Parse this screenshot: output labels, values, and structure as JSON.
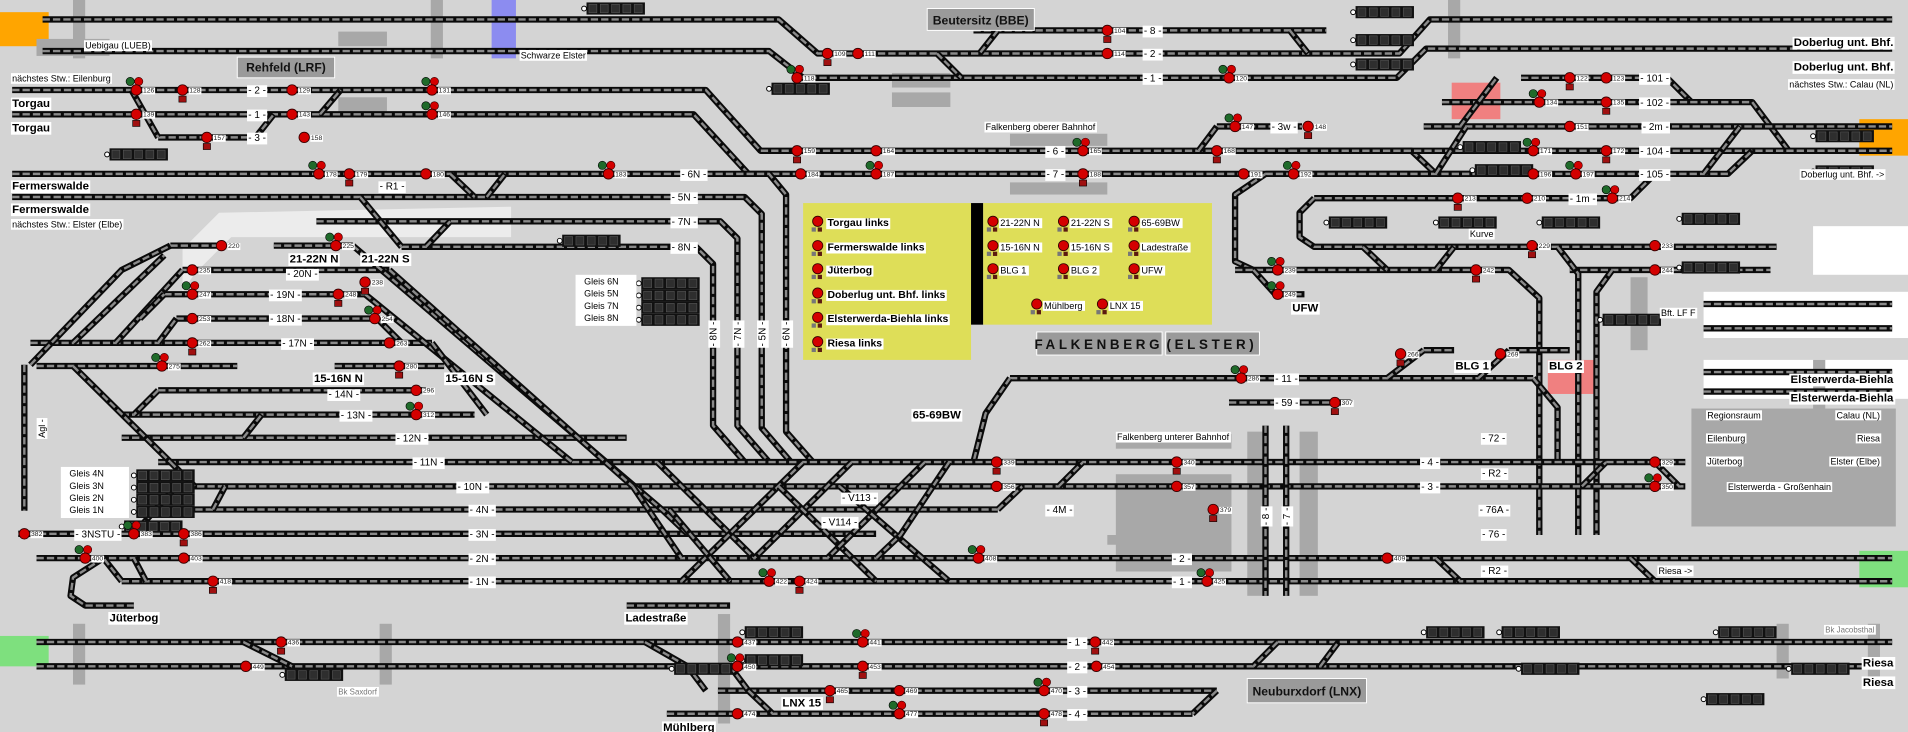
{
  "stations": {
    "uebigau": "Uebigau (LUEB)",
    "schwarze_elster": "Schwarze Elster",
    "rehfeld": "Rehfeld (LRF)",
    "beutersitz": "Beutersitz (BBE)",
    "next_eilenburg": "nächstes Stw.: Eilenburg",
    "torgau_1": "Torgau",
    "torgau_2": "Torgau",
    "fermerswalde_1": "Fermerswalde",
    "fermerswalde_2": "Fermerswalde",
    "next_elster": "nächstes Stw.: Elster (Elbe)",
    "falkenberg_oben": "Falkenberg oberer Bahnhof",
    "falkenberg_unten": "Falkenberg unterer Bahnhof",
    "doberlug_1": "Doberlug unt. Bhf.",
    "doberlug_2": "Doberlug unt. Bhf.",
    "next_calau": "nächstes Stw.: Calau (NL)",
    "doberlug_arrow": "Doberlug unt. Bhf. ->",
    "kurve": "Kurve",
    "ufw": "UFW",
    "bft_lff": "Bft. LF F",
    "blg1": "BLG 1",
    "blg2": "BLG 2",
    "elsterwerda_1": "Elsterwerda-Biehla",
    "elsterwerda_2": "Elsterwerda-Biehla",
    "falkenberg": "FALKENBERG",
    "elster": "(ELSTER)",
    "bw6569": "65-69BW",
    "n2122n": "21-22N N",
    "n2122s": "21-22N S",
    "n1516n": "15-16N N",
    "n1516s": "15-16N S",
    "jueterbog": "Jüterbog",
    "ladestrasse": "Ladestraße",
    "muehlberg": "Mühlberg",
    "lnx15": "LNX 15",
    "neuburxdorf": "Neuburxdorf (LNX)",
    "riesa_1": "Riesa",
    "riesa_2": "Riesa",
    "riesa_arrow": "Riesa ->",
    "bk_jacobsthal": "Bk Jacobsthal",
    "bk_saxdorf": "Bk Saxdorf",
    "agl": "Agl -"
  },
  "gleis_left": [
    "Gleis 4N",
    "Gleis 3N",
    "Gleis 2N",
    "Gleis 1N"
  ],
  "gleis_mid": [
    "Gleis 6N",
    "Gleis 5N",
    "Gleis 7N",
    "Gleis 8N"
  ],
  "track_labels": {
    "r2": "- 2 -",
    "r1": "- 1 -",
    "r3": "- 3 -",
    "R1": "- R1 -",
    "n6": "- 6N -",
    "n5": "- 5N -",
    "n7": "- 7N -",
    "n8": "- 8N -",
    "b8": "- 8 -",
    "b2": "- 2 -",
    "b1": "- 1 -",
    "d101": "- 101 -",
    "d102": "- 102 -",
    "d2m": "- 2m -",
    "d104": "- 104 -",
    "d105": "- 105 -",
    "d1m": "- 1m -",
    "w3": "- 3w -",
    "f6": "- 6 -",
    "f7": "- 7 -",
    "n20": "- 20N -",
    "n19": "- 19N -",
    "n18": "- 18N -",
    "n17": "- 17N -",
    "n14": "- 14N -",
    "n13": "- 13N -",
    "n12": "- 12N -",
    "n11": "- 11N -",
    "n10": "- 10N -",
    "n4": "- 4N -",
    "n3": "- 3N -",
    "n2": "- 2N -",
    "n1": "- 1N -",
    "n3stu": "- 3NSTU -",
    "u4": "- 4 -",
    "u3": "- 3 -",
    "u2": "- 2 -",
    "u1": "- 1 -",
    "v113": "- V113 -",
    "v114": "- V114 -",
    "m4": "- 4M -",
    "t11": "- 11 -",
    "t59": "- 59 -",
    "t72": "- 72 -",
    "r2a": "- R2 -",
    "t76a": "- 76A -",
    "t76": "- 76 -",
    "r2b": "- R2 -",
    "l1": "- 1 -",
    "l2": "- 2 -",
    "l3": "- 3 -",
    "l4": "- 4 -",
    "vn8": "- 8N -",
    "vn7": "- 7N -",
    "vn5": "- 5N -",
    "vn6": "- 6N -",
    "v8": "- 8 -",
    "v7": "- 7 -"
  },
  "route_panel": {
    "left": [
      "Torgau links",
      "Fermerswalde links",
      "Jüterbog",
      "Doberlug unt. Bhf. links",
      "Elsterwerda-Biehla links",
      "Riesa links"
    ],
    "right": [
      "21-22N N",
      "21-22N S",
      "65-69BW",
      "15-16N N",
      "15-16N S",
      "Ladestraße",
      "BLG 1",
      "BLG 2",
      "UFW",
      "Mühlberg",
      "LNX 15"
    ]
  },
  "regions_panel": {
    "items": [
      "Regionsraum",
      "Calau (NL)",
      "Eilenburg",
      "Riesa",
      "Jüterbog",
      "Elster (Elbe)",
      "Elsterwerda - Großenhain"
    ]
  },
  "signals": [
    "126",
    "128",
    "129",
    "131",
    "139",
    "143",
    "146",
    "157",
    "158",
    "178",
    "179",
    "180",
    "183",
    "109",
    "111",
    "118",
    "104",
    "114",
    "120",
    "122",
    "123",
    "134",
    "135",
    "151",
    "171",
    "172",
    "196",
    "197",
    "159",
    "164",
    "165",
    "168",
    "184",
    "187",
    "188",
    "210",
    "214",
    "229",
    "233",
    "239",
    "242",
    "244",
    "249",
    "266",
    "269",
    "286",
    "307",
    "220",
    "225",
    "238",
    "235",
    "247",
    "248",
    "253",
    "254",
    "262",
    "263",
    "275",
    "280",
    "296",
    "312",
    "339",
    "356",
    "408",
    "340",
    "357",
    "425",
    "386",
    "403",
    "400",
    "436",
    "449",
    "441",
    "453",
    "469",
    "477",
    "442",
    "454",
    "470",
    "478",
    "437",
    "450",
    "465",
    "474",
    "147",
    "148",
    "191",
    "192",
    "213",
    "382",
    "383",
    "418",
    "329",
    "350",
    "379",
    "409",
    "422",
    "424"
  ],
  "colors": {
    "background": "#d4d4d4",
    "signal_red": "#d40000",
    "signal_green": "#1f6a2a",
    "panel_yellow": "#dede58",
    "orange": "#ffa500",
    "green_zone": "#7ee07e",
    "pink_zone": "#f08080",
    "blue_zone": "#8c8cf0"
  }
}
